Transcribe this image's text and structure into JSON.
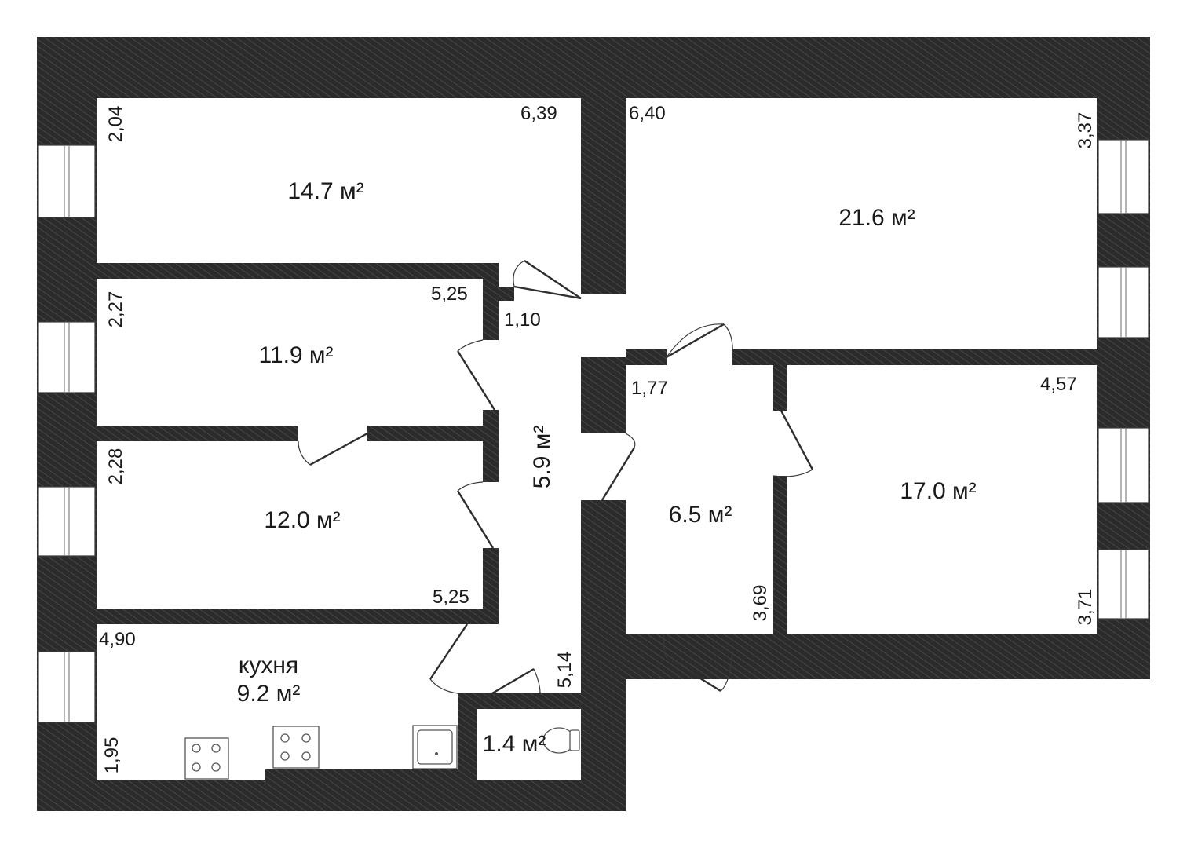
{
  "plan": {
    "rooms": [
      {
        "id": "room-1",
        "area": "14.7 м²"
      },
      {
        "id": "room-2",
        "area": "11.9 м²"
      },
      {
        "id": "room-3",
        "area": "12.0 м²"
      },
      {
        "id": "kitchen",
        "name": "кухня",
        "area": "9.2 м²"
      },
      {
        "id": "bathroom",
        "area": "1.4 м²"
      },
      {
        "id": "corridor",
        "area": "5.9 м²"
      },
      {
        "id": "hall",
        "area": "6.5 м²"
      },
      {
        "id": "room-4",
        "area": "21.6 м²"
      },
      {
        "id": "room-5",
        "area": "17.0 м²"
      }
    ],
    "dimensions": [
      "2,04",
      "6,39",
      "6,40",
      "3,37",
      "2,27",
      "5,25",
      "1,10",
      "1,77",
      "4,57",
      "2,28",
      "5,25",
      "4,90",
      "5,14",
      "1,95",
      "3,69",
      "3,71"
    ]
  },
  "colors": {
    "wall": "#2b2b2b",
    "hatch": "#5a5a5a",
    "background": "#ffffff"
  }
}
